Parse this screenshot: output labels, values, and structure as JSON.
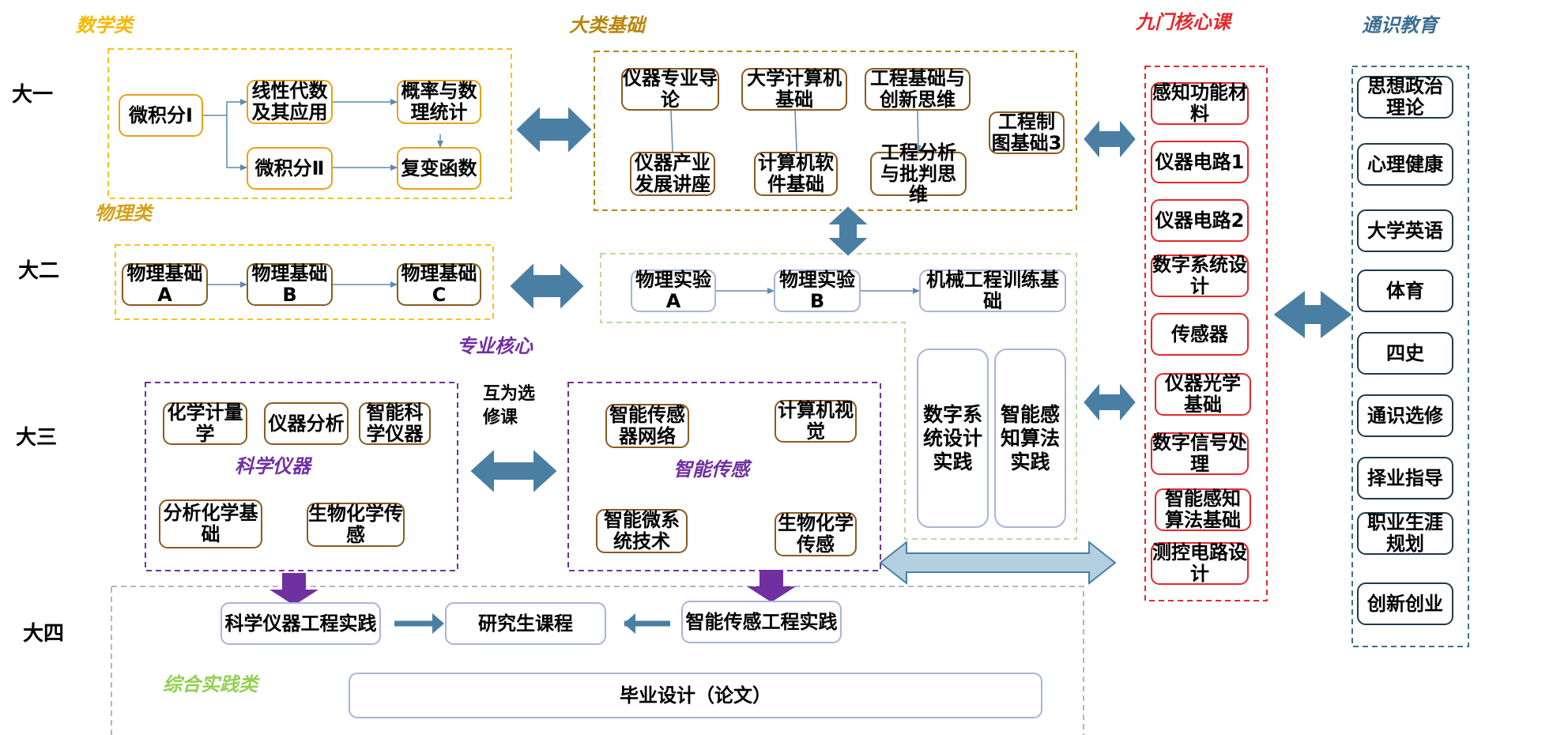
{
  "categories": {
    "math": "数学类",
    "basic": "大类基础",
    "core9": "九门核心课",
    "general": "通识教育",
    "physics": "物理类",
    "major": "专业核心",
    "sci_inst": "科学仪器",
    "smart_sense": "智能传感",
    "practice": "综合实践类"
  },
  "years": {
    "y1": "大一",
    "y2": "大二",
    "y3": "大三",
    "y4": "大四"
  },
  "math": {
    "calc1": "微积分Ⅰ",
    "linear": "线性代数及其应用",
    "prob": "概率与数理统计",
    "calc2": "微积分Ⅱ",
    "complex": "复变函数"
  },
  "basic": {
    "intro": "仪器专业导论",
    "industry": "仪器产业发展讲座",
    "computer": "大学计算机基础",
    "software": "计算机软件基础",
    "eng_innov": "工程基础与创新思维",
    "eng_analysis": "工程分析与批判思维",
    "drawing": "工程制图基础3"
  },
  "physics": {
    "a": "物理基础A",
    "b": "物理基础B",
    "c": "物理基础C"
  },
  "lab": {
    "exp_a": "物理实验A",
    "exp_b": "物理实验B",
    "mech": "机械工程训练基础",
    "digital": "数字系统设计实践",
    "smart_algo": "智能感知算法实践"
  },
  "core9": [
    "感知功能材料",
    "仪器电路1",
    "仪器电路2",
    "数字系统设计",
    "传感器",
    "仪器光学基础",
    "数字信号处理",
    "智能感知算法基础",
    "测控电路设计"
  ],
  "general": [
    "思想政治理论",
    "心理健康",
    "大学英语",
    "体育",
    "四史",
    "通识选修",
    "择业指导",
    "职业生涯规划",
    "创新创业"
  ],
  "sci": {
    "chem_metro": "化学计量学",
    "inst_analysis": "仪器分析",
    "smart_sci": "智能科学仪器",
    "anal_chem": "分析化学基础",
    "bio_chem": "生物化学传感"
  },
  "mutual_note": "互为选修课",
  "smart": {
    "sensor_net": "智能传感器网络",
    "vision": "计算机视觉",
    "micro": "智能微系统技术",
    "bio_chem": "生物化学传感"
  },
  "practice": {
    "sci_eng": "科学仪器工程实践",
    "grad": "研究生课程",
    "smart_eng": "智能传感工程实践",
    "thesis": "毕业设计（论文）"
  },
  "colors": {
    "math": "#f5b800",
    "basic": "#b8860b",
    "core9": "#e4282c",
    "general": "#3c6e8f",
    "physics": "#d4a017",
    "major": "#7030a0",
    "practice": "#92d050",
    "arrow": "#4a7fa3"
  }
}
